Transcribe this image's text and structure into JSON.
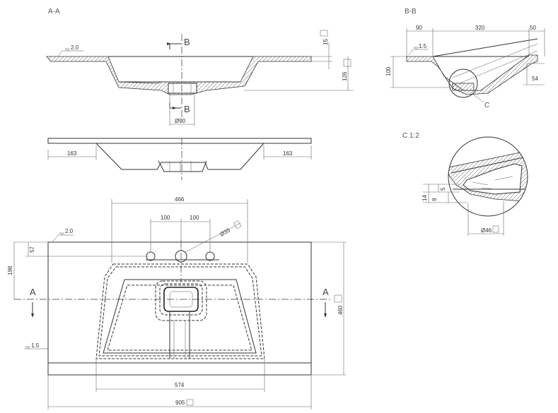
{
  "sections": {
    "aa": "A-A",
    "bb": "B-B",
    "c": "C 1:2"
  },
  "markers": {
    "a": "A",
    "b": "B",
    "c": "C"
  },
  "dims": {
    "aa_slope": "2.0",
    "aa_15": "15",
    "aa_126": "126",
    "aa_d90": "Ø90",
    "front_163_left": "163",
    "front_163_right": "163",
    "bb_90": "90",
    "bb_320": "320",
    "bb_50": "50",
    "bb_slope": "1.5",
    "bb_100": "100",
    "bb_54": "54",
    "c_14": "14",
    "c_5": "5",
    "c_9": "9",
    "c_d46": "Ø46",
    "top_466": "466",
    "top_100_left": "100",
    "top_100_right": "100",
    "top_d35": "Ø35",
    "top_slope": "2.0",
    "top_57": "57",
    "top_198": "198",
    "top_460": "460",
    "top_slope_low": "1.5",
    "top_574": "574",
    "top_905": "905"
  }
}
